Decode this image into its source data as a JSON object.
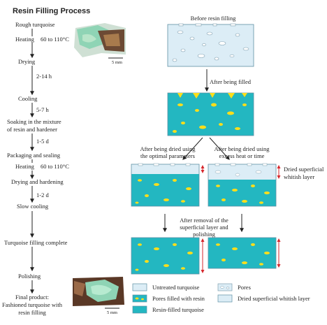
{
  "title": "Resin Filling Process",
  "flow_steps": [
    "Rough turquoise",
    "Heating",
    "Drying",
    "Cooling",
    "Soaking in the mixture",
    "of resin and hardener",
    "Packaging and sealing",
    "Heating",
    "Drying and hardening",
    "Slow cooling",
    "Turquoise filling complete",
    "Polishing",
    "Final product:",
    "Fashioned turquoise with",
    "resin filling"
  ],
  "edge_labels": [
    "60 to 110°C",
    "2-14 h",
    "5-7 h",
    "1-5 d",
    "60 to 110°C",
    "1-2 d"
  ],
  "scale_labels": [
    "5 mm",
    "5 mm"
  ],
  "diagram_labels": {
    "before": "Before resin filling",
    "after_filled": "After being filled",
    "optimal_1": "After being dried using",
    "optimal_2": "the optimal parameters",
    "excess_1": "After being dried using",
    "excess_2": "excess heat or time",
    "dried_layer_1": "Dried superficial",
    "dried_layer_2": "whitish layer",
    "removal_1": "After removal of the",
    "removal_2": "superficial layer and",
    "removal_3": "polishing"
  },
  "legend": {
    "untreated": "Untreated turquoise",
    "pores": "Pores",
    "pores_filled": "Pores filled with resin",
    "dried_layer": "Dried superficial whitish layer",
    "resin_filled": "Resin-filled turquoise"
  },
  "colors": {
    "turquoise": "#23b7c1",
    "untreated": "#dcedf6",
    "resin": "#ffde1a",
    "arrow_red": "#d6262b",
    "outline": "#5f8fa4"
  }
}
